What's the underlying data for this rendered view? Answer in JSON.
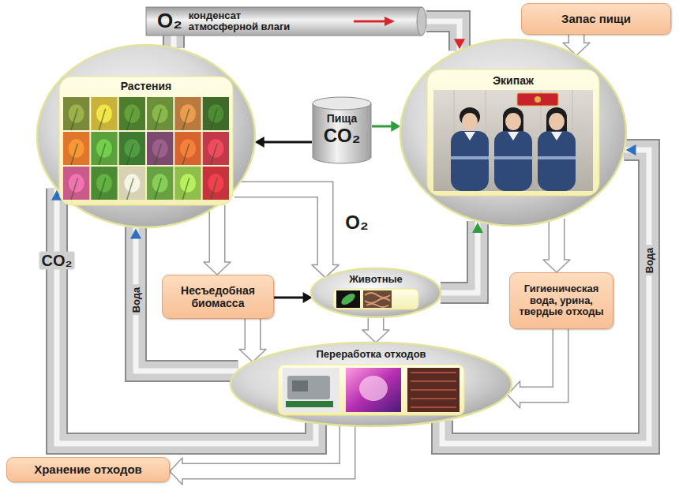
{
  "diagram": {
    "nodes": [
      {
        "text": [
          "O₂",
          "конденсат атмосферной влаги"
        ]
      },
      {
        "text": [
          "Запас пищи"
        ]
      },
      {
        "text": [
          "Растения"
        ]
      },
      {
        "text": [
          "Пища",
          "CO₂"
        ]
      },
      {
        "text": [
          "Экипаж"
        ]
      },
      {
        "text": [
          "Несъедобная биомасса"
        ]
      },
      {
        "text": [
          "Животные"
        ]
      },
      {
        "text": [
          "Гигиеническая вода, урина, твердые отходы"
        ]
      },
      {
        "text": [
          "Переработка отходов"
        ]
      },
      {
        "text": [
          "Хранение отходов"
        ]
      }
    ],
    "edges": [
      {
        "from": 2,
        "to": 0,
        "arrow": "none"
      },
      {
        "from": 0,
        "to": 4,
        "arrow": "to"
      },
      {
        "from": 1,
        "to": 4,
        "arrow": "to"
      },
      {
        "from": 3,
        "to": 4,
        "arrow": "to"
      },
      {
        "from": 3,
        "to": 2,
        "arrow": "to"
      },
      {
        "from": 2,
        "to": 5,
        "arrow": "to"
      },
      {
        "from": 2,
        "to": 6,
        "arrow": "to",
        "label": "O₂"
      },
      {
        "from": 5,
        "to": 6,
        "arrow": "to"
      },
      {
        "from": 5,
        "to": 8,
        "arrow": "to"
      },
      {
        "from": 6,
        "to": 8,
        "arrow": "to"
      },
      {
        "from": 6,
        "to": 4,
        "arrow": "to"
      },
      {
        "from": 4,
        "to": 7,
        "arrow": "to"
      },
      {
        "from": 7,
        "to": 8,
        "arrow": "to"
      },
      {
        "from": 8,
        "to": 2,
        "arrow": "to",
        "label": "Вода"
      },
      {
        "from": 8,
        "to": 2,
        "arrow": "to",
        "label": "CO₂"
      },
      {
        "from": 8,
        "to": 9,
        "arrow": "to"
      },
      {
        "from": 8,
        "to": 4,
        "arrow": "to",
        "label": "Вода"
      }
    ]
  }
}
